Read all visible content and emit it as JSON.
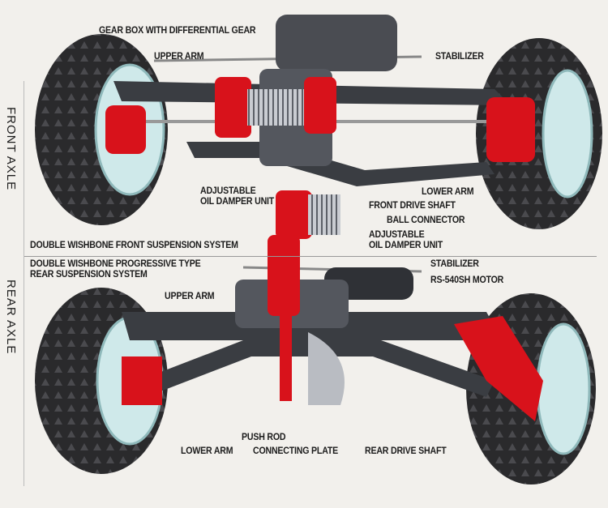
{
  "sections": {
    "front_axle": "FRONT AXLE",
    "rear_axle": "REAR AXLE",
    "front_title": "DOUBLE WISHBONE FRONT SUSPENSION SYSTEM",
    "rear_title_line1": "DOUBLE WISHBONE PROGRESSIVE TYPE",
    "rear_title_line2": "REAR SUSPENSION SYSTEM"
  },
  "front_labels": {
    "gear_box": "GEAR BOX WITH DIFFERENTIAL GEAR",
    "upper_arm": "UPPER ARM",
    "stabilizer": "STABILIZER",
    "damper_line1": "ADJUSTABLE",
    "damper_line2": "OIL DAMPER UNIT",
    "lower_arm": "LOWER ARM",
    "front_drive_shaft": "FRONT DRIVE SHAFT",
    "ball_connector": "BALL CONNECTOR"
  },
  "rear_labels": {
    "damper_line1": "ADJUSTABLE",
    "damper_line2": "OIL DAMPER UNIT",
    "stabilizer": "STABILIZER",
    "motor": "RS-540SH  MOTOR",
    "upper_arm": "UPPER ARM",
    "push_rod": "PUSH ROD",
    "lower_arm": "LOWER ARM",
    "connecting_plate": "CONNECTING PLATE",
    "rear_drive_shaft": "REAR DRIVE SHAFT"
  },
  "colors": {
    "background": "#f2f0ec",
    "red": "#d8121b",
    "tire": "#2a2a2c",
    "rim": "#cfe9ea",
    "arm": "#3a3d42"
  }
}
